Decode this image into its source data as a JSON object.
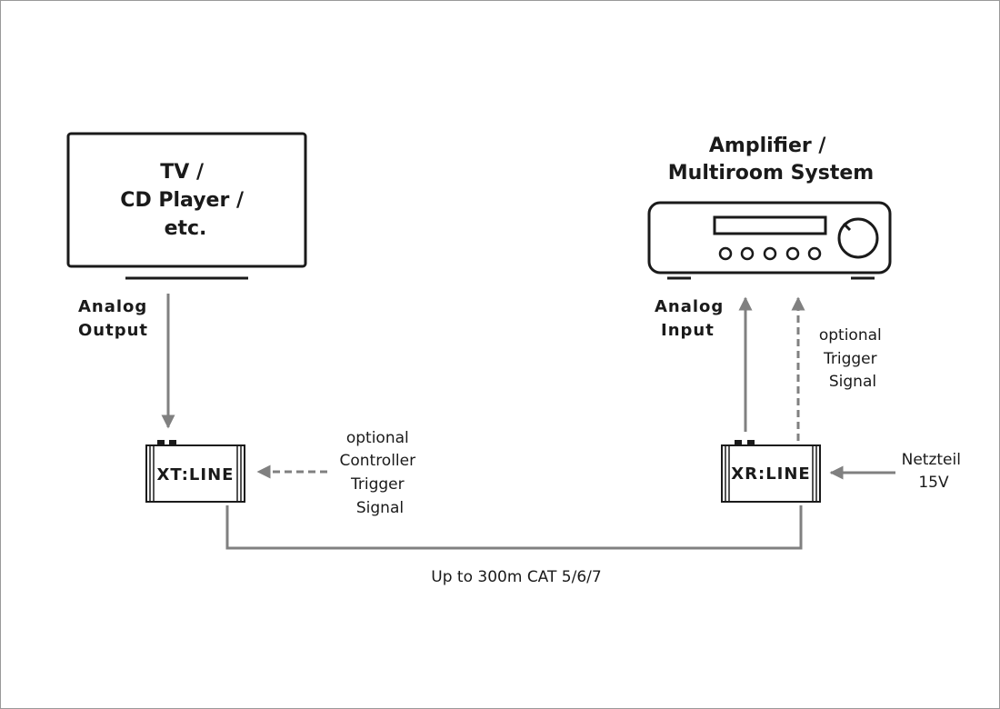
{
  "source": {
    "label_lines": [
      "TV /",
      "CD Player /",
      "etc."
    ],
    "output_label_lines": [
      "Analog",
      "Output"
    ]
  },
  "amplifier": {
    "title_lines": [
      "Amplifier /",
      "Multiroom System"
    ],
    "input_label_lines": [
      "Analog",
      "Input"
    ]
  },
  "transmitter": {
    "name": "XT:LINE",
    "trigger_label_lines": [
      "optional",
      "Controller",
      "Trigger",
      "Signal"
    ]
  },
  "receiver": {
    "name": "XR:LINE",
    "trigger_label_lines": [
      "optional",
      "Trigger",
      "Signal"
    ],
    "power_label_lines": [
      "Netzteil",
      "15V"
    ]
  },
  "cable": {
    "label": "Up to 300m CAT 5/6/7"
  },
  "colors": {
    "stroke": "#1a1a1a",
    "arrow": "#808080",
    "frame": "#999999"
  }
}
